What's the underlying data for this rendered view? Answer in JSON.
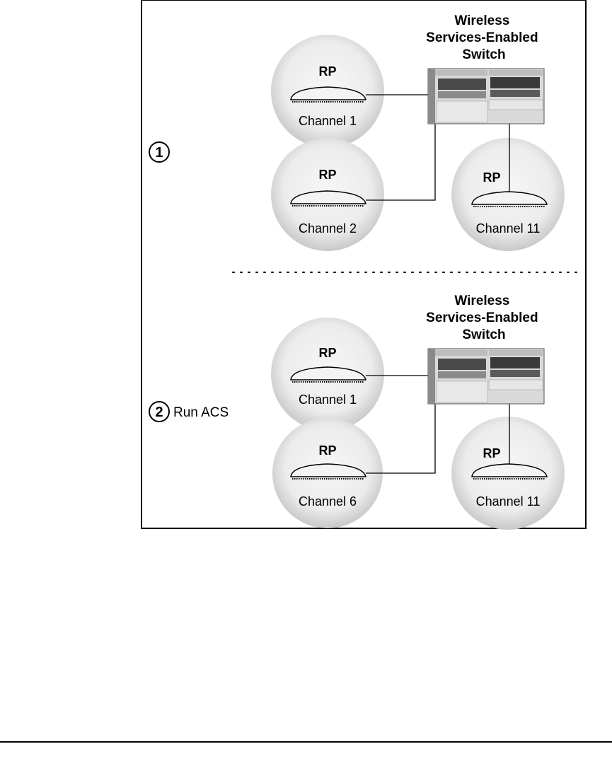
{
  "panels": [
    {
      "step": "1",
      "step_label": "",
      "switch_title": [
        "Wireless",
        "Services-Enabled",
        "Switch"
      ],
      "rps": [
        {
          "label": "RP",
          "channel": "Channel 1"
        },
        {
          "label": "RP",
          "channel": "Channel 2"
        },
        {
          "label": "RP",
          "channel": "Channel 11"
        }
      ]
    },
    {
      "step": "2",
      "step_label": "Run ACS",
      "switch_title": [
        "Wireless",
        "Services-Enabled",
        "Switch"
      ],
      "rps": [
        {
          "label": "RP",
          "channel": "Channel 1"
        },
        {
          "label": "RP",
          "channel": "Channel 6"
        },
        {
          "label": "RP",
          "channel": "Channel 11"
        }
      ]
    }
  ],
  "colors": {
    "bubble_center": "#f2f2f2",
    "bubble_edge": "#c4c4c4",
    "line": "#000000",
    "switch_body": "#d9d9d9",
    "switch_dark": "#333333"
  }
}
